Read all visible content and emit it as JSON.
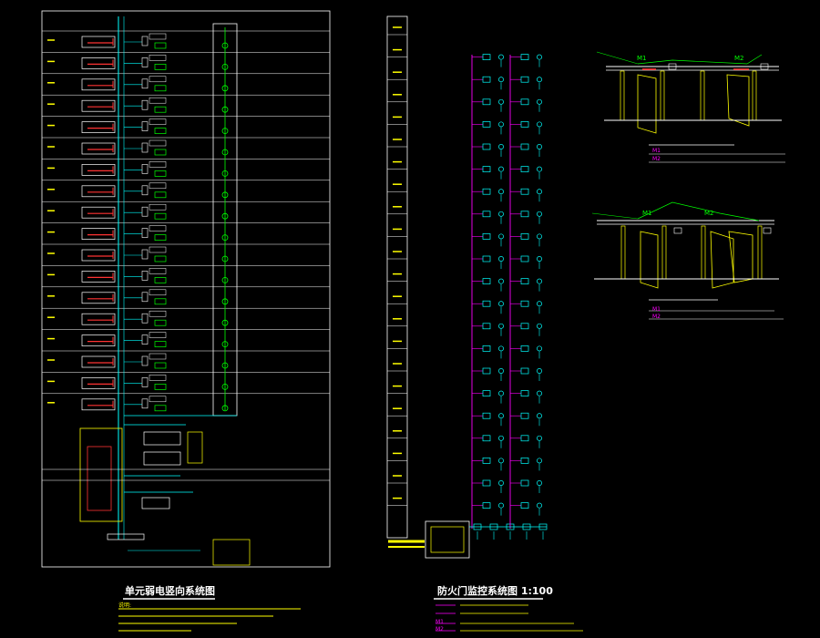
{
  "left_diagram": {
    "title": "单元弱电竖向系统图",
    "floor_labels": [
      "18F",
      "17F",
      "16F",
      "15F",
      "14F",
      "13F",
      "12F",
      "11F",
      "10F",
      "9F",
      "8F",
      "7F",
      "6F",
      "5F",
      "4F",
      "3F",
      "2F",
      "1F"
    ],
    "notes_header": "说明:",
    "colors": {
      "frame": "#ffffff",
      "riser": "#00ffff",
      "box": "#ffffff",
      "device": "#00ff00",
      "wire": "#ff3333",
      "yellow": "#ffff00",
      "magenta": "#ff00ff"
    }
  },
  "right_diagram": {
    "title": "防火门监控系统图 1:100",
    "module_labels": [
      "M1",
      "M2"
    ],
    "colors": {
      "riser": "#ff00ff",
      "module": "#00ffff",
      "door": "#ffff00",
      "wire": "#00ff00"
    }
  },
  "door_details": {
    "top_labels": [
      "M1",
      "M2"
    ],
    "bottom_labels": [
      "M1",
      "M2"
    ],
    "colors": {
      "wall": "#ffffff",
      "door": "#ffff00",
      "wire": "#00ff00",
      "text": "#00ff00"
    }
  }
}
